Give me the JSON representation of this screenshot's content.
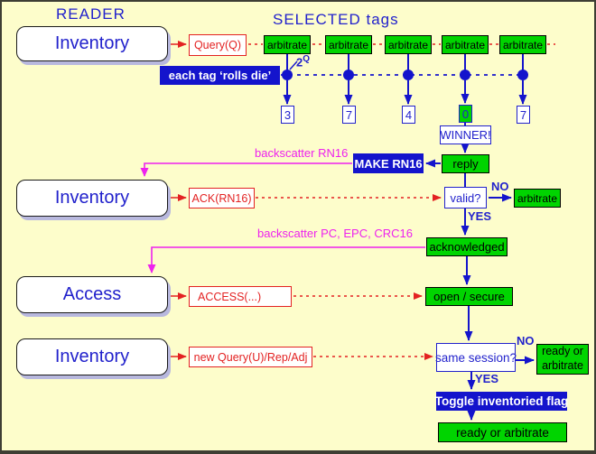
{
  "diagram": {
    "title_reader": "READER",
    "title_tags": "SELECTED tags",
    "reader_states": {
      "inventory1": "Inventory",
      "inventory2": "Inventory",
      "access": "Access",
      "inventory3": "Inventory"
    },
    "commands": {
      "query": "Query(Q)",
      "ack": "ACK(RN16)",
      "access": "ACCESS(...)",
      "new_query": "new Query(U)/Rep/Adj"
    },
    "arbitrate_label": "arbitrate",
    "slots": [
      "3",
      "7",
      "4",
      "0",
      "7"
    ],
    "rolls_die": "each tag ‘rolls die’",
    "slot_count_base": "2",
    "slot_count_exp": "Q",
    "winner": "WINNER!",
    "make_rn16": "MAKE RN16",
    "tag_states": {
      "reply": "reply",
      "valid": "valid?",
      "arbitrate_on_no": "arbitrate",
      "acknowledged": "acknowledged",
      "open_secure": "open / secure",
      "same_session": "same session?",
      "ready_or_line1": "ready or",
      "ready_or_line2": "arbitrate",
      "ready_or_arbitrate": "ready or arbitrate"
    },
    "toggle_flag": "Toggle inventoried flag",
    "edge_labels": {
      "backscatter_rn16": "backscatter RN16",
      "backscatter_pc_epc_crc16": "backscatter PC, EPC, CRC16",
      "no_valid": "NO",
      "yes_valid": "YES",
      "no_session": "NO",
      "yes_session": "YES"
    },
    "colors": {
      "background": "#FDFDCB",
      "blue": "#2222CC",
      "blue_fill": "#1414CC",
      "green": "#00D400",
      "red": "#E32222",
      "magenta": "#EE22EE"
    }
  }
}
